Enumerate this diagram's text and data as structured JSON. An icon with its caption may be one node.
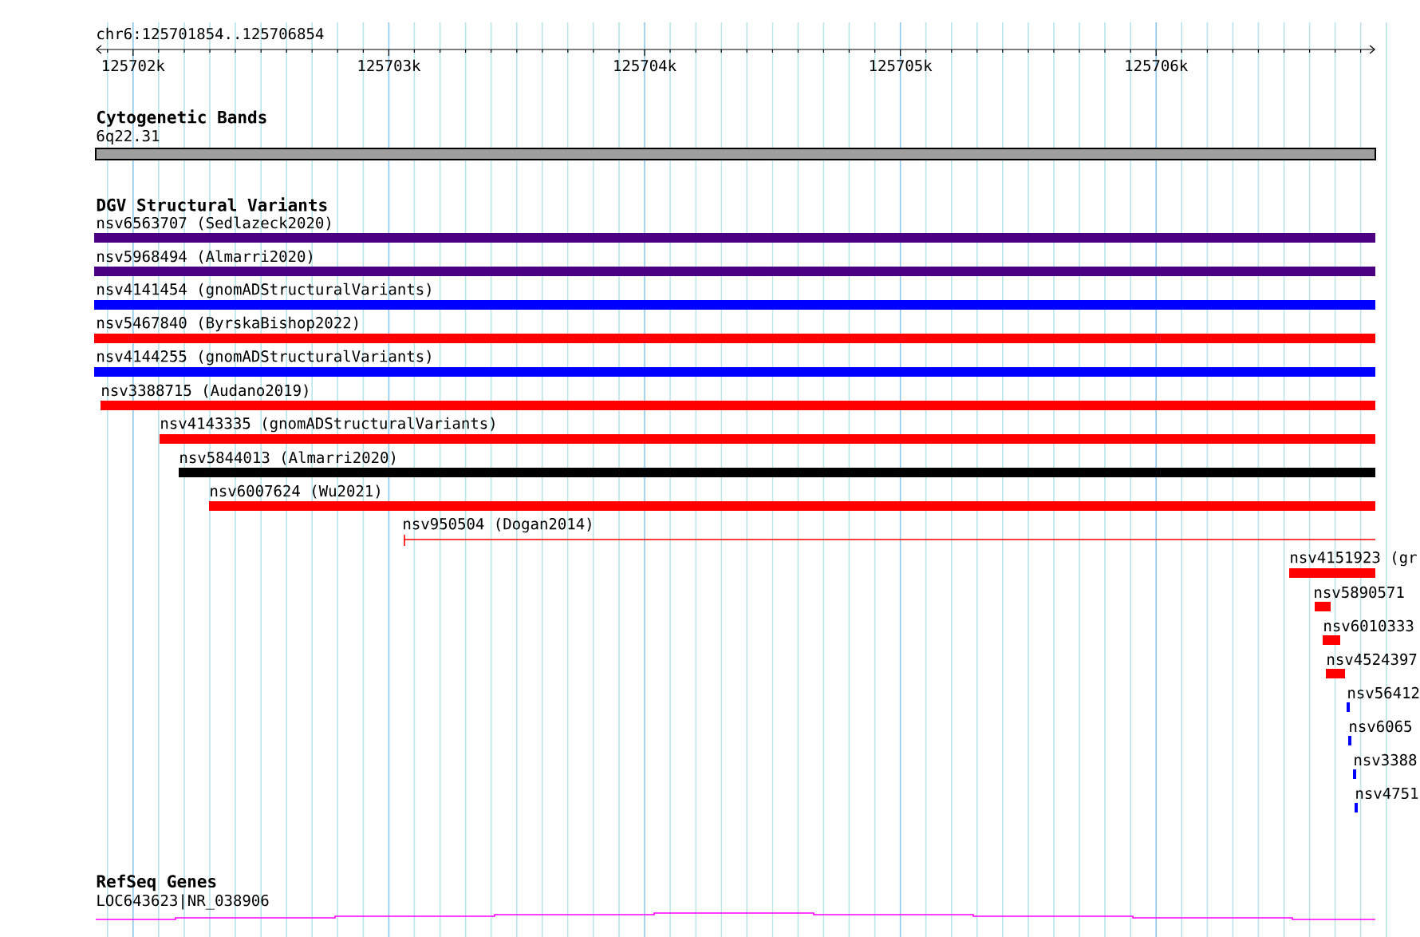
{
  "diagram": {
    "labels": [
      "chr6:125701854..125706854",
      "125702k",
      "125703k",
      "125704k",
      "125705k",
      "125706k",
      "Cytogenetic Bands",
      "6q22.31",
      "DGV Structural Variants",
      "nsv6563707 (Sedlazeck2020)",
      "nsv5968494 (Almarri2020)",
      "nsv4141454 (gnomADStructuralVariants)",
      "nsv5467840 (ByrskaBishop2022)",
      "nsv4144255 (gnomADStructuralVariants)",
      "nsv3388715 (Audano2019)",
      "nsv4143335 (gnomADStructuralVariants)",
      "nsv5844013 (Almarri2020)",
      "nsv6007624 (Wu2021)",
      "nsv950504 (Dogan2014)",
      "nsv4151923 (gr",
      "nsv5890571",
      "nsv6010333",
      "nsv4524397",
      "nsv56412",
      "nsv6065",
      "nsv3388",
      "nsv4751",
      "RefSeq Genes",
      "LOC643623|NR_038906"
    ]
  }
}
